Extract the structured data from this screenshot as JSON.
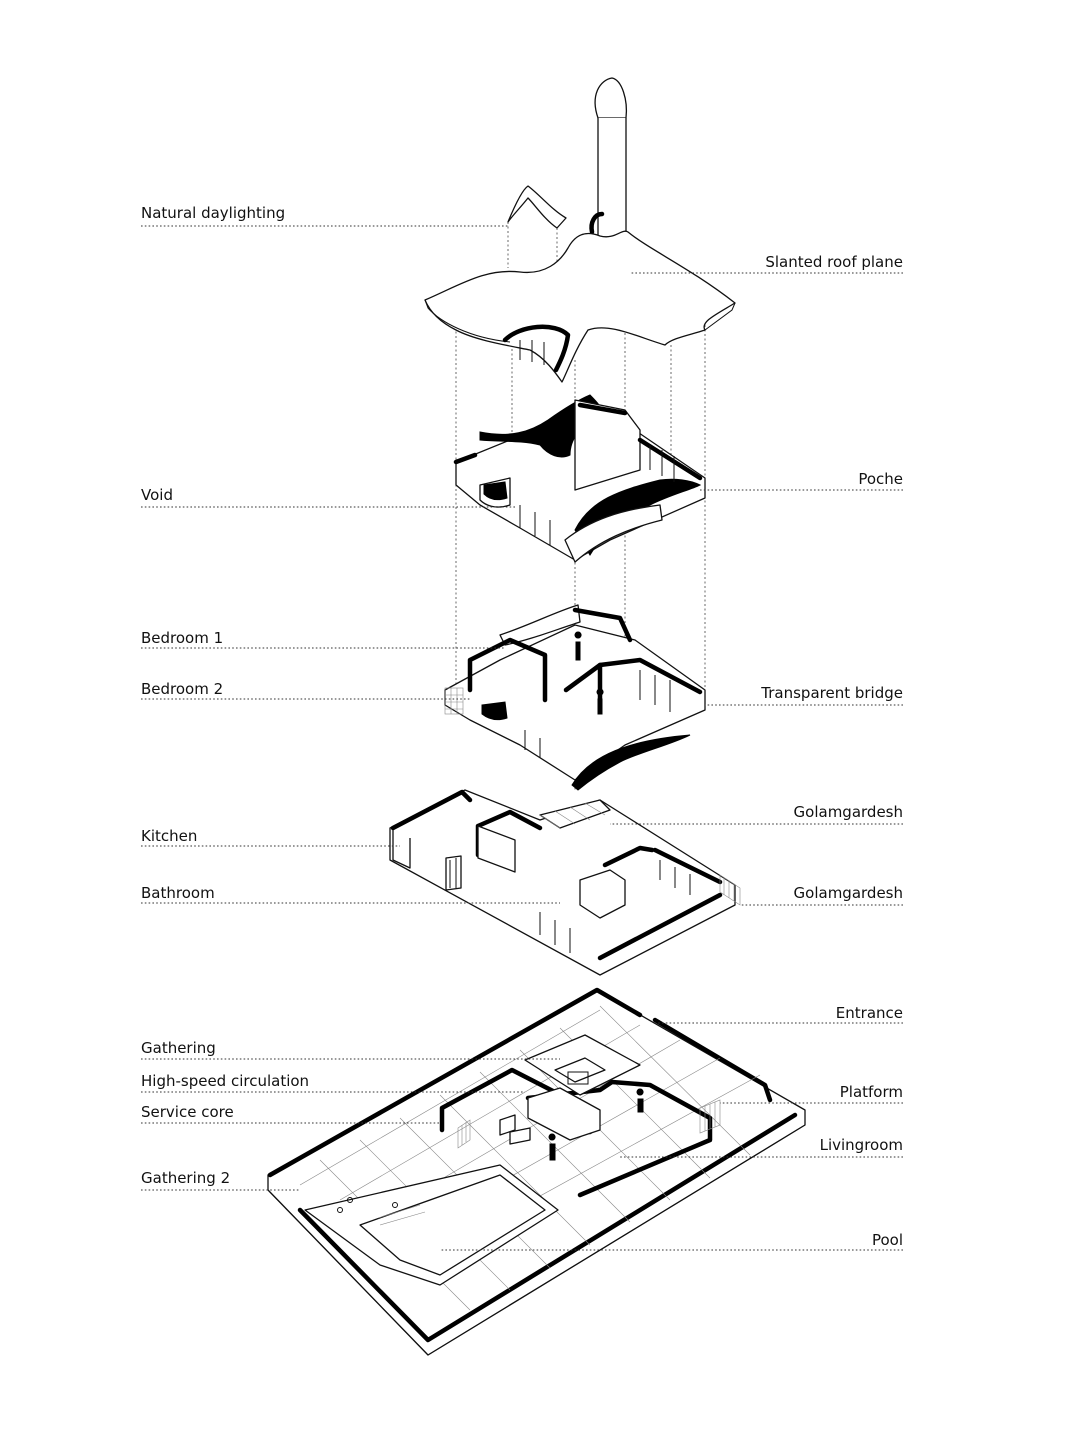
{
  "labels_left": {
    "natural_daylighting": "Natural daylighting",
    "void": "Void",
    "bedroom_1": "Bedroom 1",
    "bedroom_2": "Bedroom 2",
    "kitchen": "Kitchen",
    "bathroom": "Bathroom",
    "gathering": "Gathering",
    "high_speed_circulation": "High-speed circulation",
    "service_core": "Service core",
    "gathering_2": "Gathering 2"
  },
  "labels_right": {
    "slanted_roof_plane": "Slanted roof plane",
    "poche": "Poche",
    "transparent_bridge": "Transparent bridge",
    "golamgardesh_upper": "Golamgardesh",
    "golamgardesh_lower": "Golamgardesh",
    "entrance": "Entrance",
    "platform": "Platform",
    "livingroom": "Livingroom",
    "pool": "Pool"
  }
}
